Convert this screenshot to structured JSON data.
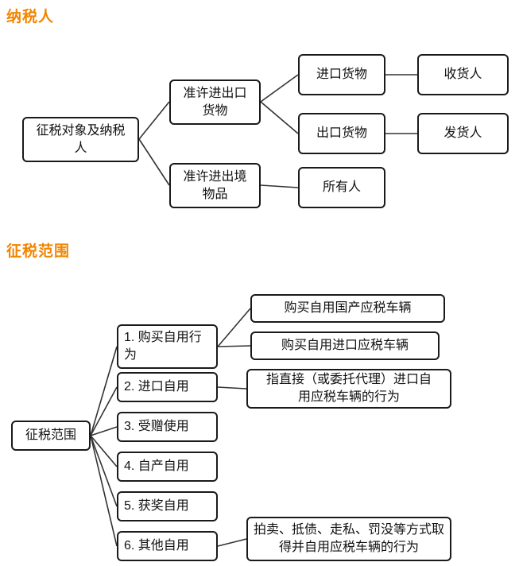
{
  "taxpayer": {
    "heading": "纳税人",
    "nodes": {
      "root": "征税对象及纳税人",
      "permit_import_export_goods": "准许进出口货物",
      "permit_entry_exit_items": "准许进出境物品",
      "import_goods": "进口货物",
      "export_goods": "出口货物",
      "owner": "所有人",
      "consignee": "收货人",
      "consignor": "发货人"
    }
  },
  "scope": {
    "heading": "征税范围",
    "nodes": {
      "root": "征税范围",
      "item1": "1. 购买自用行为",
      "item2": "2. 进口自用",
      "item3": "3. 受赠使用",
      "item4": "4. 自产自用",
      "item5": "5. 获奖自用",
      "item6": "6. 其他自用",
      "buy_domestic": "购买自用国产应税车辆",
      "buy_imported": "购买自用进口应税车辆",
      "import_note": "指直接（或委托代理）进口自用应税车辆的行为",
      "other_note": "拍卖、抵债、走私、罚没等方式取得并自用应税车辆的行为"
    }
  },
  "colors": {
    "heading": "#F28500",
    "box_border": "#1a1a1a",
    "line": "#333333"
  }
}
